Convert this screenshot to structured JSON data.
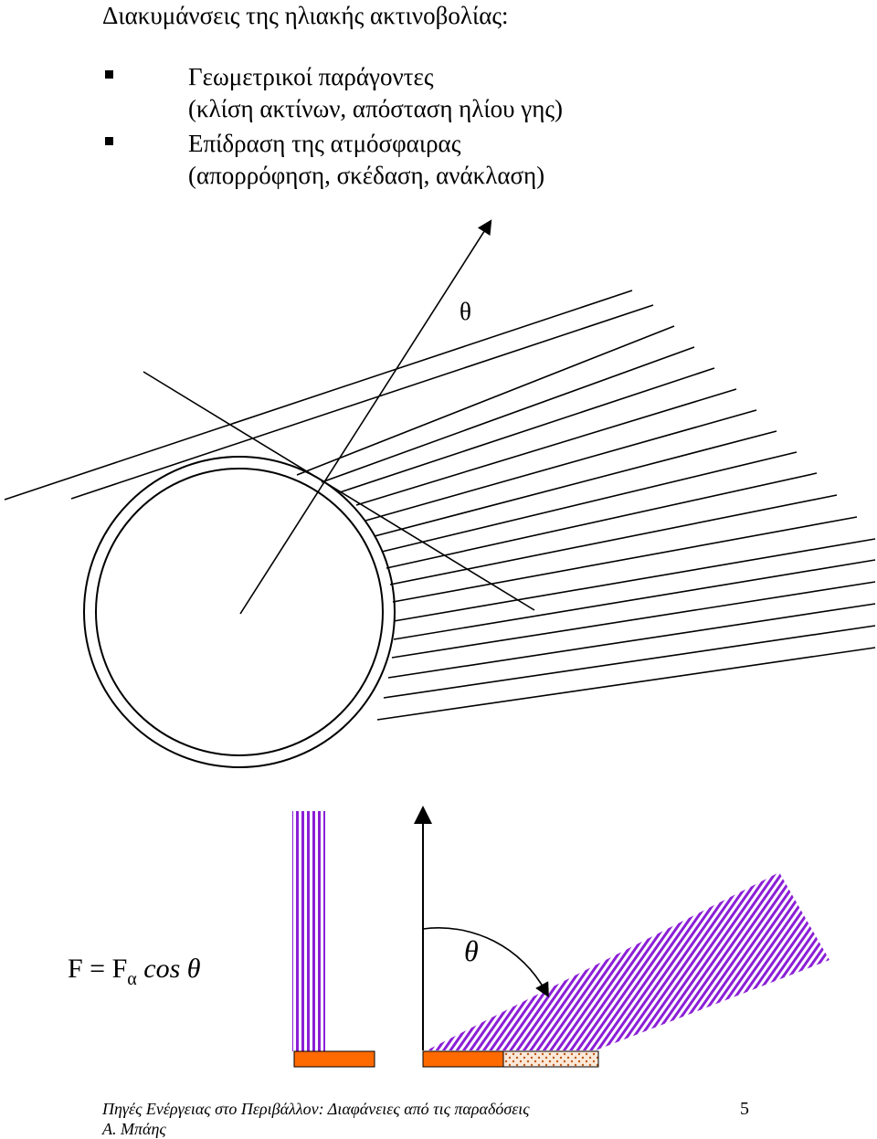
{
  "heading": "Διακυμάνσεις της ηλιακής ακτινοβολίας:",
  "bullets": [
    {
      "line1": "Γεωμετρικοί παράγοντες",
      "line2": "(κλίση ακτίνων, απόσταση ηλίου γης)"
    },
    {
      "line1": "Επίδραση της ατμόσφαιρας",
      "line2": "(απορρόφηση, σκέδαση, ανάκλαση)"
    }
  ],
  "diagram": {
    "theta_label": "θ",
    "angle_label": "θ"
  },
  "formula": {
    "lhs": "F = F",
    "sub": "α",
    "rhs_func": "cos θ"
  },
  "footer": {
    "line1": "Πηγές Ενέργειας στο Περιβάλλον: Διαφάνειες από τις παραδόσεις",
    "line2": "Α. Μπάης",
    "page": "5"
  },
  "colors": {
    "beam": "#8b1fd6",
    "base": "#ff6a00",
    "spread": "#e9a26a"
  }
}
